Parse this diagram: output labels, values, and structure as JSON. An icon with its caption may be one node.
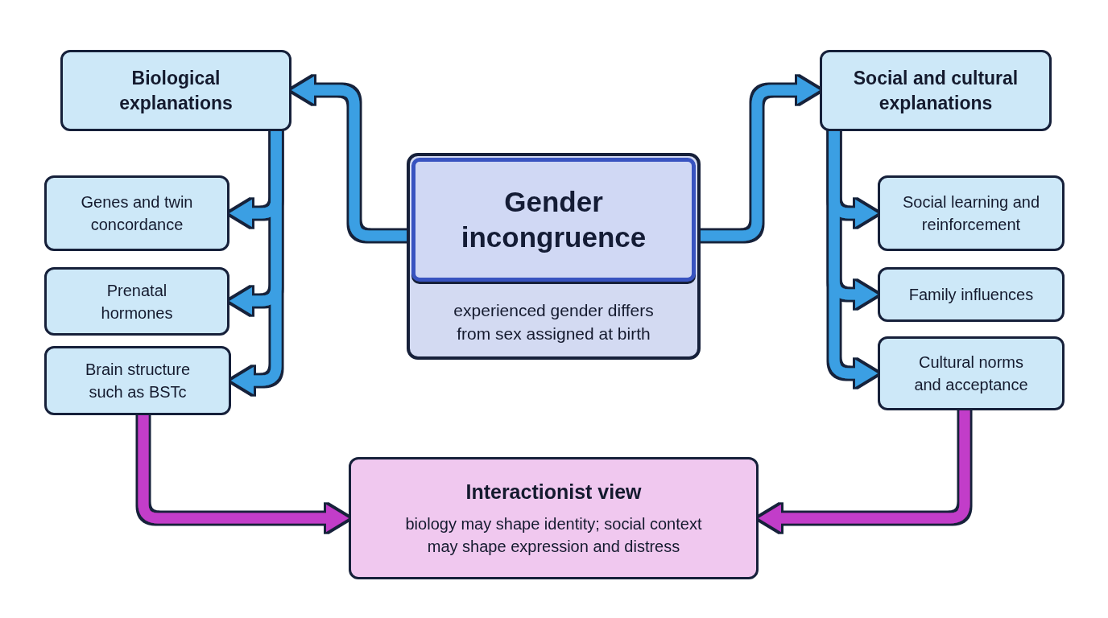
{
  "diagram": {
    "nodes": [
      {
        "text": [
          "Gender incongruence",
          "experienced gender differs from sex assigned at birth"
        ]
      },
      {
        "text": [
          "Biological explanations"
        ]
      },
      {
        "text": [
          "Genes and twin concordance"
        ]
      },
      {
        "text": [
          "Prenatal hormones"
        ]
      },
      {
        "text": [
          "Brain structure such as BSTc"
        ]
      },
      {
        "text": [
          "Social and cultural explanations"
        ]
      },
      {
        "text": [
          "Social learning and reinforcement"
        ]
      },
      {
        "text": [
          "Family influences"
        ]
      },
      {
        "text": [
          "Cultural norms and acceptance"
        ]
      },
      {
        "text": [
          "Interactionist view",
          "biology may shape identity; social context may shape expression and distress"
        ]
      }
    ],
    "edges": [
      {
        "from": 0,
        "to": 1,
        "arrow": "to"
      },
      {
        "from": 0,
        "to": 5,
        "arrow": "to"
      },
      {
        "from": 1,
        "to": 2,
        "arrow": "to"
      },
      {
        "from": 1,
        "to": 3,
        "arrow": "to"
      },
      {
        "from": 1,
        "to": 4,
        "arrow": "to"
      },
      {
        "from": 5,
        "to": 6,
        "arrow": "to"
      },
      {
        "from": 5,
        "to": 7,
        "arrow": "to"
      },
      {
        "from": 5,
        "to": 8,
        "arrow": "to"
      },
      {
        "from": 4,
        "to": 9,
        "arrow": "to",
        "color": "#c23cc9"
      },
      {
        "from": 8,
        "to": 9,
        "arrow": "to",
        "color": "#c23cc9"
      }
    ]
  }
}
